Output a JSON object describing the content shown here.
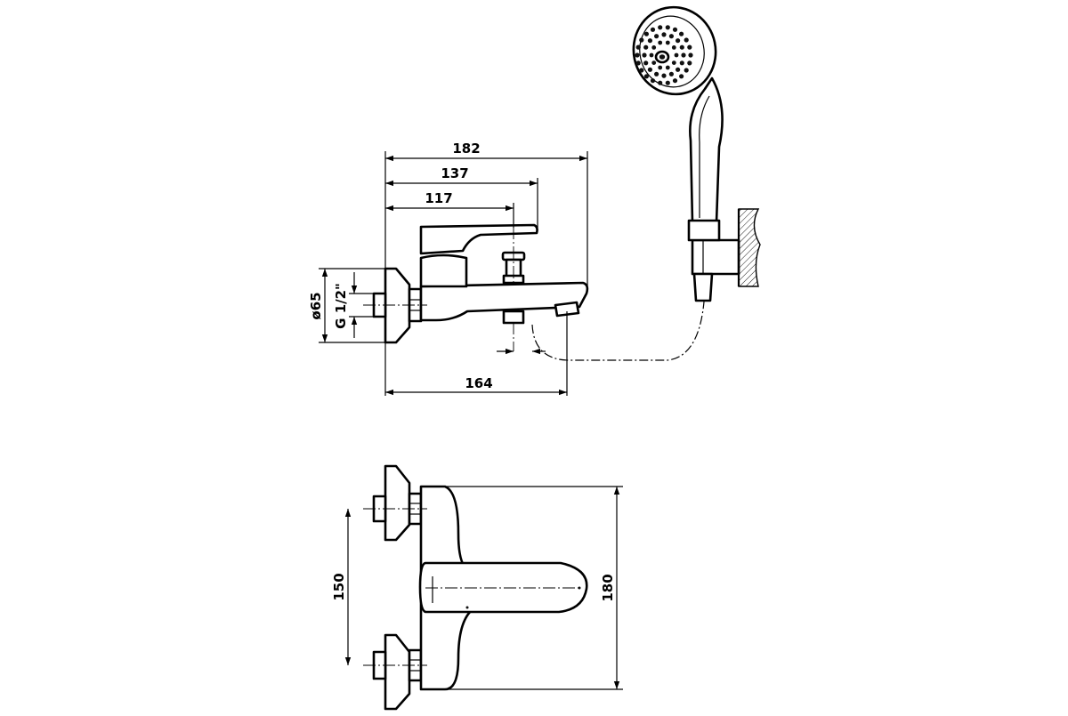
{
  "dimensions": {
    "width_overall": "182",
    "width_lever": "137",
    "width_to_diverter": "117",
    "spout_reach": "164",
    "flange_diameter": "ø65",
    "thread": "G 1/2\"",
    "center_distance": "150",
    "total_width": "180"
  },
  "colors": {
    "line": "#000000",
    "background": "#ffffff"
  },
  "icons": [
    "shower-head-icon",
    "wall-bracket-icon"
  ]
}
